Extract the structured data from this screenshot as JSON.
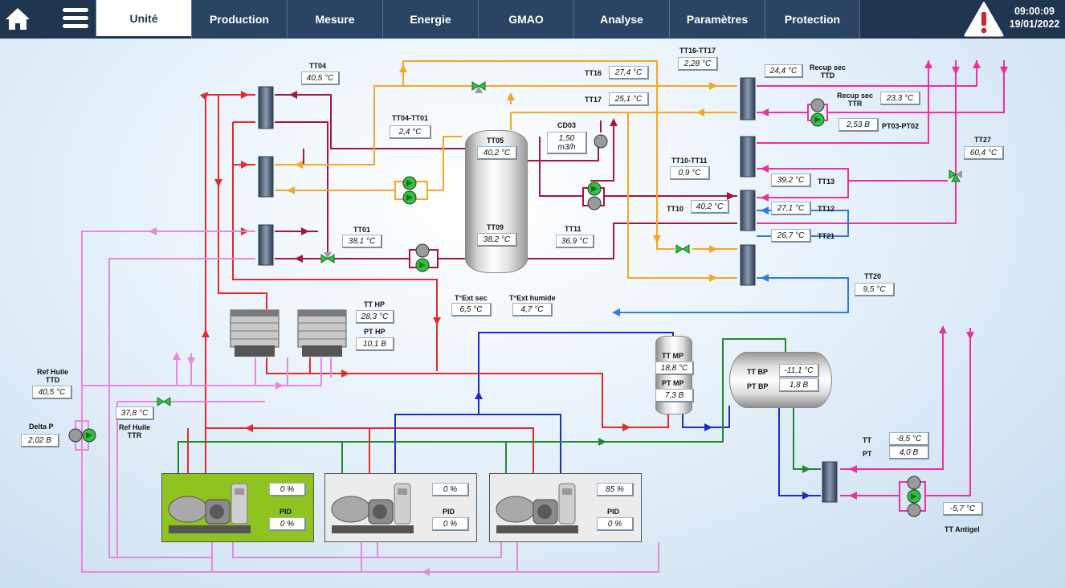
{
  "nav": {
    "tabs": [
      "Unité",
      "Production",
      "Mesure",
      "Energie",
      "GMAO",
      "Analyse",
      "Paramètres",
      "Protection"
    ],
    "active_tab": 0,
    "time": "09:00:09",
    "date": "19/01/2022"
  },
  "colors": {
    "red": "#e8282a",
    "dark_red": "#a8153a",
    "orange": "#f5a623",
    "pink": "#ee2fa0",
    "light_pink": "#e887dc",
    "blue": "#1a2cc9",
    "light_blue": "#2a7de0",
    "green": "#1e8a2e",
    "active_compressor_bg": "#8fc31f",
    "idle_compressor_bg": "#ececec"
  },
  "labels": {
    "tt04": "TT04",
    "tt04_tt01": "TT04-TT01",
    "tt05": "TT05",
    "cd03": "CD03",
    "tt09": "TT09",
    "tt01": "TT01",
    "tt11": "TT11",
    "tt16": "TT16",
    "tt17": "TT17",
    "tt16_tt17": "TT16-TT17",
    "recup_sec_ttd": "Recup sec\nTTD",
    "recup_sec_ttr": "Recup sec\nTTR",
    "pt03_pt02": "PT03-PT02",
    "tt27": "TT27",
    "tt10_tt11": "TT10-TT11",
    "tt13": "TT13",
    "tt10": "TT10",
    "tt12": "TT12",
    "tt21": "TT21",
    "tt20": "TT20",
    "tt_hp": "TT HP",
    "pt_hp": "PT HP",
    "ext_sec": "T°Ext sec",
    "ext_humide": "T°Ext humide",
    "tt_mp": "TT MP",
    "pt_mp": "PT MP",
    "tt_bp": "TT BP",
    "pt_bp": "PT BP",
    "ref_huile_ttd": "Ref Huile\nTTD",
    "ref_huile_ttr": "Ref Huile\nTTR",
    "delta_p": "Delta P",
    "tt": "TT",
    "pt": "PT",
    "tt_antigel": "TT Antigel",
    "pid": "PID"
  },
  "values": {
    "tt04": "40,5 °C",
    "tt04_tt01": "2,4 °C",
    "tt05": "40,2 °C",
    "cd03": "1,50\nm3/h",
    "tt09": "38,2 °C",
    "tt01": "38,1 °C",
    "tt11": "36,9 °C",
    "tt16": "27,4 °C",
    "tt17": "25,1 °C",
    "tt16_tt17": "2,28 °C",
    "recup_sec_ttd": "24,4 °C",
    "recup_sec_ttr": "23,3 °C",
    "pt03_pt02": "2,53 B",
    "tt27": "60,4 °C",
    "tt10_tt11": "0,9 °C",
    "tt13": "39,2 °C",
    "tt10": "40,2 °C",
    "tt12": "27,1 °C",
    "tt21": "26,7 °C",
    "tt20": "9,5 °C",
    "tt_hp": "28,3 °C",
    "pt_hp": "10,1 B",
    "ext_sec": "6,5 °C",
    "ext_humide": "4,7 °C",
    "tt_mp": "18,8 °C",
    "pt_mp": "7,3 B",
    "tt_bp": "-11,1 °C",
    "pt_bp": "1,8 B",
    "ref_huile_ttd": "40,5 °C",
    "ref_huile_ttr": "37,8 °C",
    "delta_p": "2,02 B",
    "tt": "-8,5 °C",
    "pt": "4,0 B",
    "tt_antigel": "-5,7 °C"
  },
  "compressors": [
    {
      "load": "0 %",
      "pid": "0 %",
      "active": true
    },
    {
      "load": "0 %",
      "pid": "0 %",
      "active": false
    },
    {
      "load": "85 %",
      "pid": "0 %",
      "active": false
    }
  ]
}
